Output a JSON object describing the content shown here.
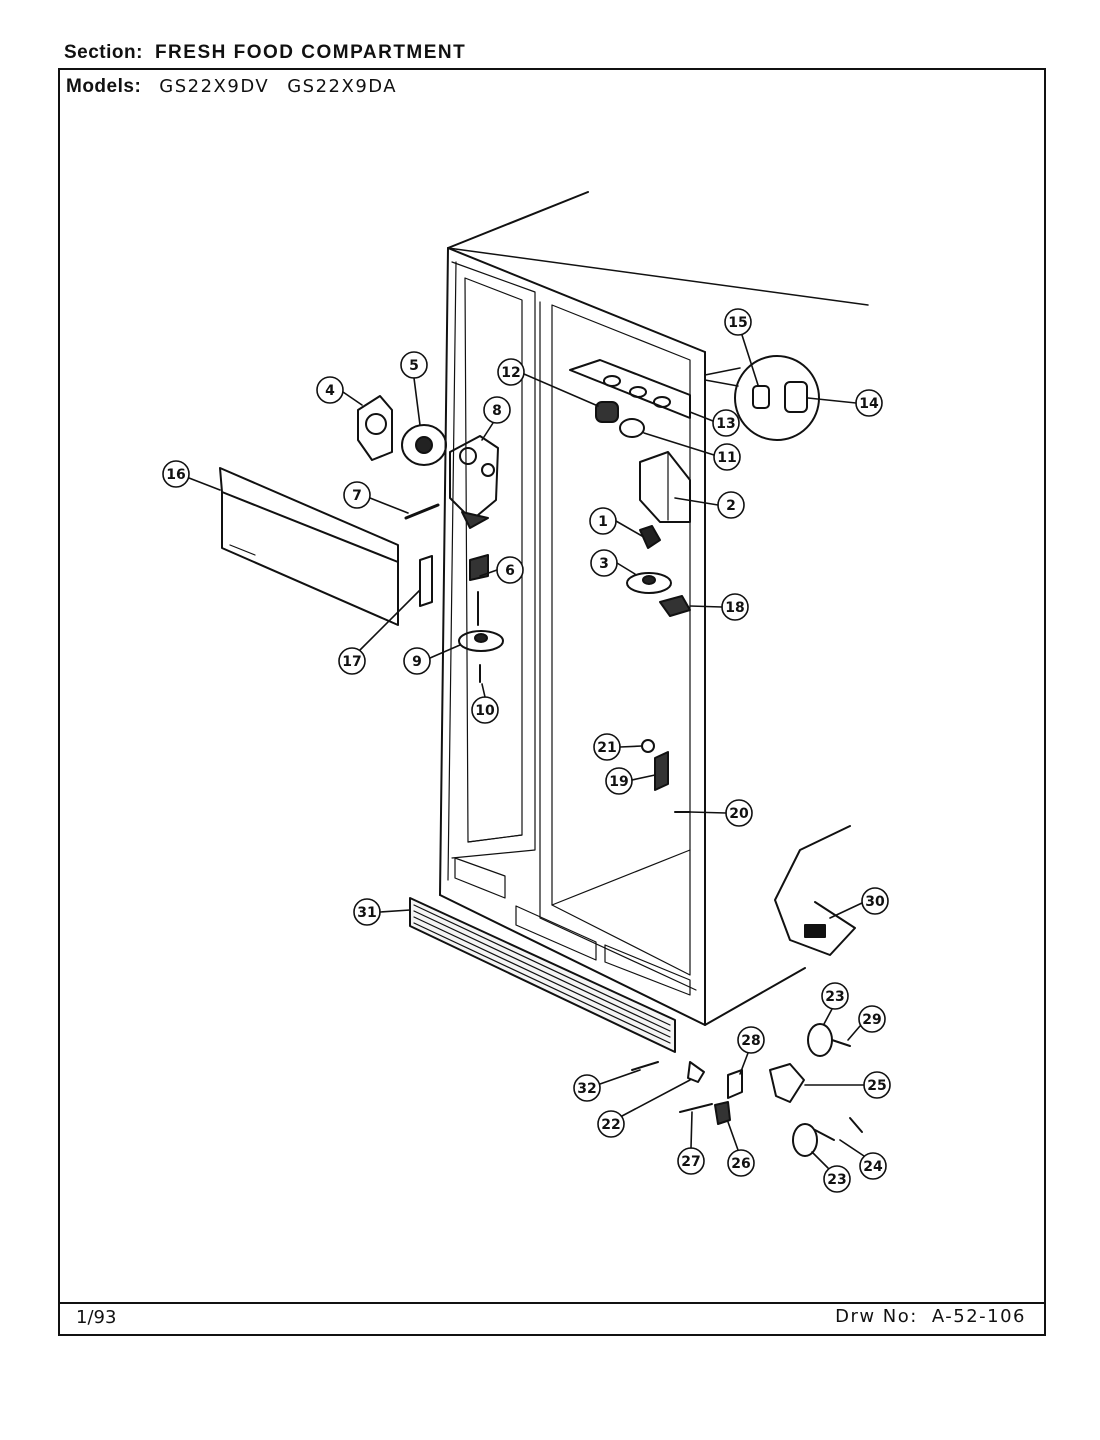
{
  "header": {
    "section_label": "Section:",
    "section_value": "FRESH FOOD COMPARTMENT",
    "models_label": "Models:",
    "models": [
      "GS22X9DV",
      "GS22X9DA"
    ]
  },
  "footer": {
    "date": "1/93",
    "drawing_label": "Drw No:",
    "drawing_number": "A-52-106"
  },
  "callouts": [
    "1",
    "2",
    "3",
    "4",
    "5",
    "6",
    "7",
    "8",
    "9",
    "10",
    "11",
    "12",
    "13",
    "14",
    "15",
    "16",
    "17",
    "18",
    "19",
    "20",
    "21",
    "22",
    "23",
    "23",
    "24",
    "25",
    "26",
    "27",
    "28",
    "29",
    "30",
    "31",
    "32"
  ]
}
